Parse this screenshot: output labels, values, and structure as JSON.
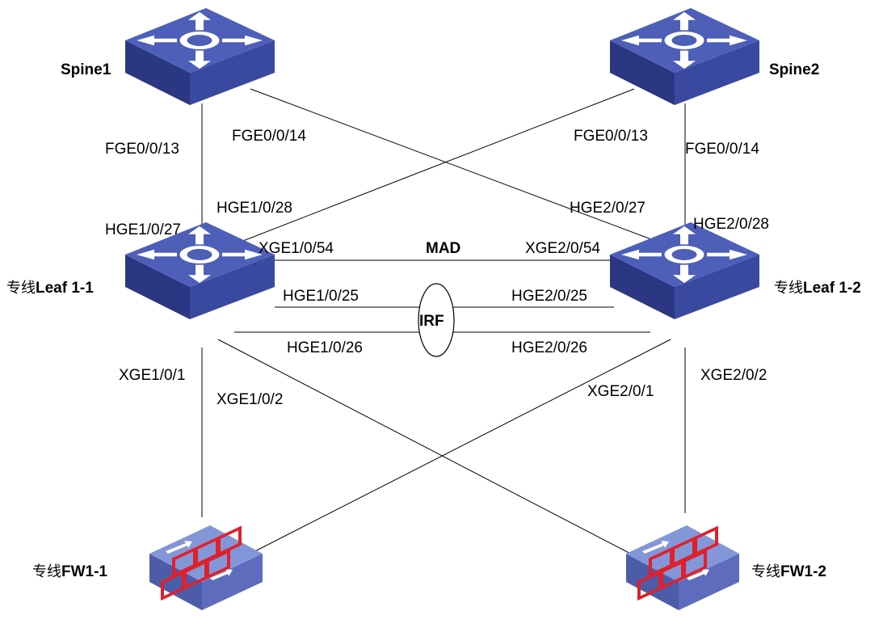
{
  "nodes": {
    "spine1": {
      "label": "Spine1"
    },
    "spine2": {
      "label": "Spine2"
    },
    "leaf11": {
      "prefix": "专线",
      "label": "Leaf 1-1"
    },
    "leaf12": {
      "prefix": "专线",
      "label": "Leaf 1-2"
    },
    "fw11": {
      "prefix": "专线",
      "label": "FW1-1"
    },
    "fw12": {
      "prefix": "专线",
      "label": "FW1-2"
    }
  },
  "ports": {
    "spine1_left": "FGE0/0/13",
    "spine1_right": "FGE0/0/14",
    "spine2_left": "FGE0/0/13",
    "spine2_right": "FGE0/0/14",
    "leaf11_hge27": "HGE1/0/27",
    "leaf11_hge28": "HGE1/0/28",
    "leaf12_hge27": "HGE2/0/27",
    "leaf12_hge28": "HGE2/0/28",
    "leaf11_xge54": "XGE1/0/54",
    "leaf12_xge54": "XGE2/0/54",
    "leaf11_hge25": "HGE1/0/25",
    "leaf12_hge25": "HGE2/0/25",
    "leaf11_hge26": "HGE1/0/26",
    "leaf12_hge26": "HGE2/0/26",
    "leaf11_xge1": "XGE1/0/1",
    "leaf11_xge2": "XGE1/0/2",
    "leaf12_xge1": "XGE2/0/1",
    "leaf12_xge2": "XGE2/0/2"
  },
  "links": {
    "mad": "MAD",
    "irf": "IRF"
  },
  "colors": {
    "switch_top": "#4a5bb0",
    "switch_side": "#2d3a86",
    "firewall_top": "#7f93d8",
    "firewall_red": "#e0202a"
  }
}
